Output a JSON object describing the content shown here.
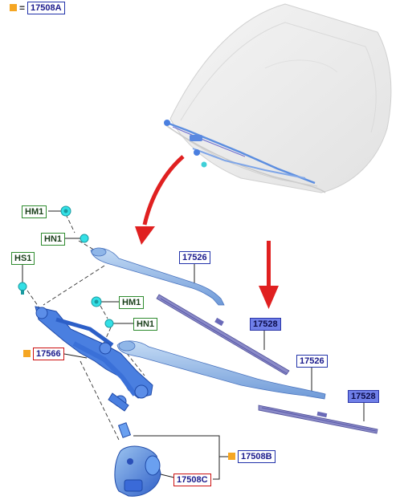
{
  "legend": {
    "swatch_color": "#f5a623",
    "equals": "=",
    "code": "17508A"
  },
  "labels": {
    "hm1_top": "HM1",
    "hn1_top": "HN1",
    "hs1": "HS1",
    "hm1_mid": "HM1",
    "hn1_mid": "HN1",
    "part_17566": "17566",
    "arm_upper": "17526",
    "blade_upper": "17528",
    "arm_lower": "17526",
    "blade_lower": "17528",
    "part_17508b": "17508B",
    "part_17508c": "17508C"
  },
  "colors": {
    "part_blue": "#4a7fe0",
    "arm_blue": "#8fb6e8",
    "blade_purple": "#8a8ac8",
    "arrow_red": "#e02020",
    "accent_orange": "#f5a623"
  }
}
